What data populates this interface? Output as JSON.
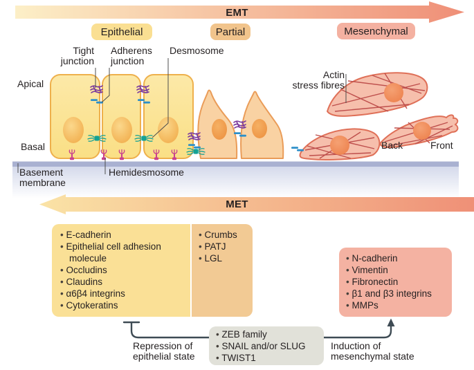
{
  "arrows": {
    "emt": "EMT",
    "met": "MET"
  },
  "stages": {
    "epithelial": "Epithelial",
    "partial": "Partial",
    "mesenchymal": "Mesenchymal"
  },
  "diagram_labels": {
    "tight_junction": "Tight\njunction",
    "adherens_junction": "Adherens\njunction",
    "desmosome": "Desmosome",
    "apical": "Apical",
    "basal": "Basal",
    "basement_membrane": "Basement\nmembrane",
    "hemidesmosome": "Hemidesmosome",
    "actin_stress_fibres": "Actin\nstress fibres",
    "back": "Back",
    "front": "Front"
  },
  "boxes": {
    "epithelial_markers": {
      "items": [
        "E-cadherin",
        "Epithelial cell adhesion molecule",
        "Occludins",
        "Claudins",
        "α6β4 integrins",
        "Cytokeratins"
      ]
    },
    "polarity_complex": {
      "items": [
        "Crumbs",
        "PATJ",
        "LGL"
      ]
    },
    "mesenchymal_markers": {
      "items": [
        "N-cadherin",
        "Vimentin",
        "Fibronectin",
        "β1 and β3 integrins",
        "MMPs"
      ]
    },
    "transcription_factors": {
      "items": [
        "ZEB family",
        "SNAIL and/or SLUG",
        "TWIST1"
      ]
    }
  },
  "connector_labels": {
    "repression": "Repression of\nepithelial state",
    "induction": "Induction of\nmesenchymal state"
  },
  "colors": {
    "gradient_yellow": "#FCEFC7",
    "gradient_salmon": "#EF8F77",
    "epithelial_badge": "#FADF92",
    "partial_badge": "#F1C48C",
    "mesenchymal_badge": "#F4B1A1",
    "epithelial_cell": "#FBE393",
    "partial_cell": "#F9D2A3",
    "mesenchymal_cell": "#F6BFAC",
    "basement_membrane": "#A9B1D1",
    "tight_junction": "#7C3C9E",
    "adherens_junction": "#2C8FC9",
    "desmosome": "#15A295",
    "hemidesmosome": "#C9418E",
    "epithelial_box": "#FAE096",
    "polarity_box": "#F2CA94",
    "mesenchymal_box": "#F4B2A2",
    "transcription_factor_box": "#E1E1D9",
    "connector": "#3E4B54"
  }
}
